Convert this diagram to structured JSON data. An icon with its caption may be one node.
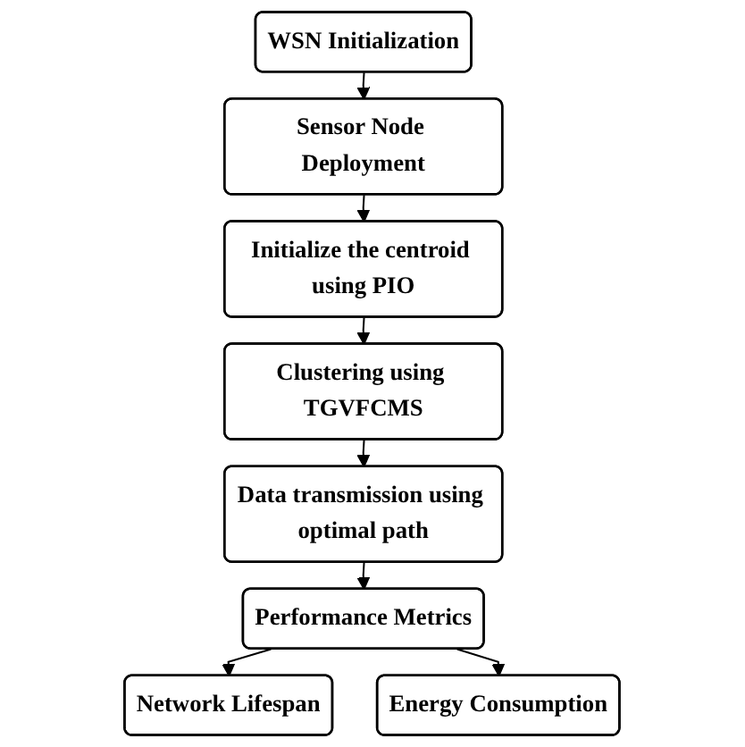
{
  "diagram": {
    "nodes": [
      {
        "text": [
          "WSN Initialization"
        ]
      },
      {
        "text": [
          "Sensor Node Deployment"
        ]
      },
      {
        "text": [
          "Initialize the centroid using PIO"
        ]
      },
      {
        "text": [
          "Clustering using TGVFCMS"
        ]
      },
      {
        "text": [
          "Data transmission using optimal path"
        ]
      },
      {
        "text": [
          "Performance Metrics"
        ]
      },
      {
        "text": [
          "Network Lifespan"
        ]
      },
      {
        "text": [
          "Energy Consumption"
        ]
      }
    ],
    "edges": [
      {
        "from": 0,
        "to": 1,
        "arrow": "to"
      },
      {
        "from": 1,
        "to": 2,
        "arrow": "to"
      },
      {
        "from": 2,
        "to": 3,
        "arrow": "to"
      },
      {
        "from": 3,
        "to": 4,
        "arrow": "to"
      },
      {
        "from": 4,
        "to": 5,
        "arrow": "to"
      },
      {
        "from": 5,
        "to": 6,
        "arrow": "to"
      },
      {
        "from": 5,
        "to": 7,
        "arrow": "to"
      }
    ]
  }
}
